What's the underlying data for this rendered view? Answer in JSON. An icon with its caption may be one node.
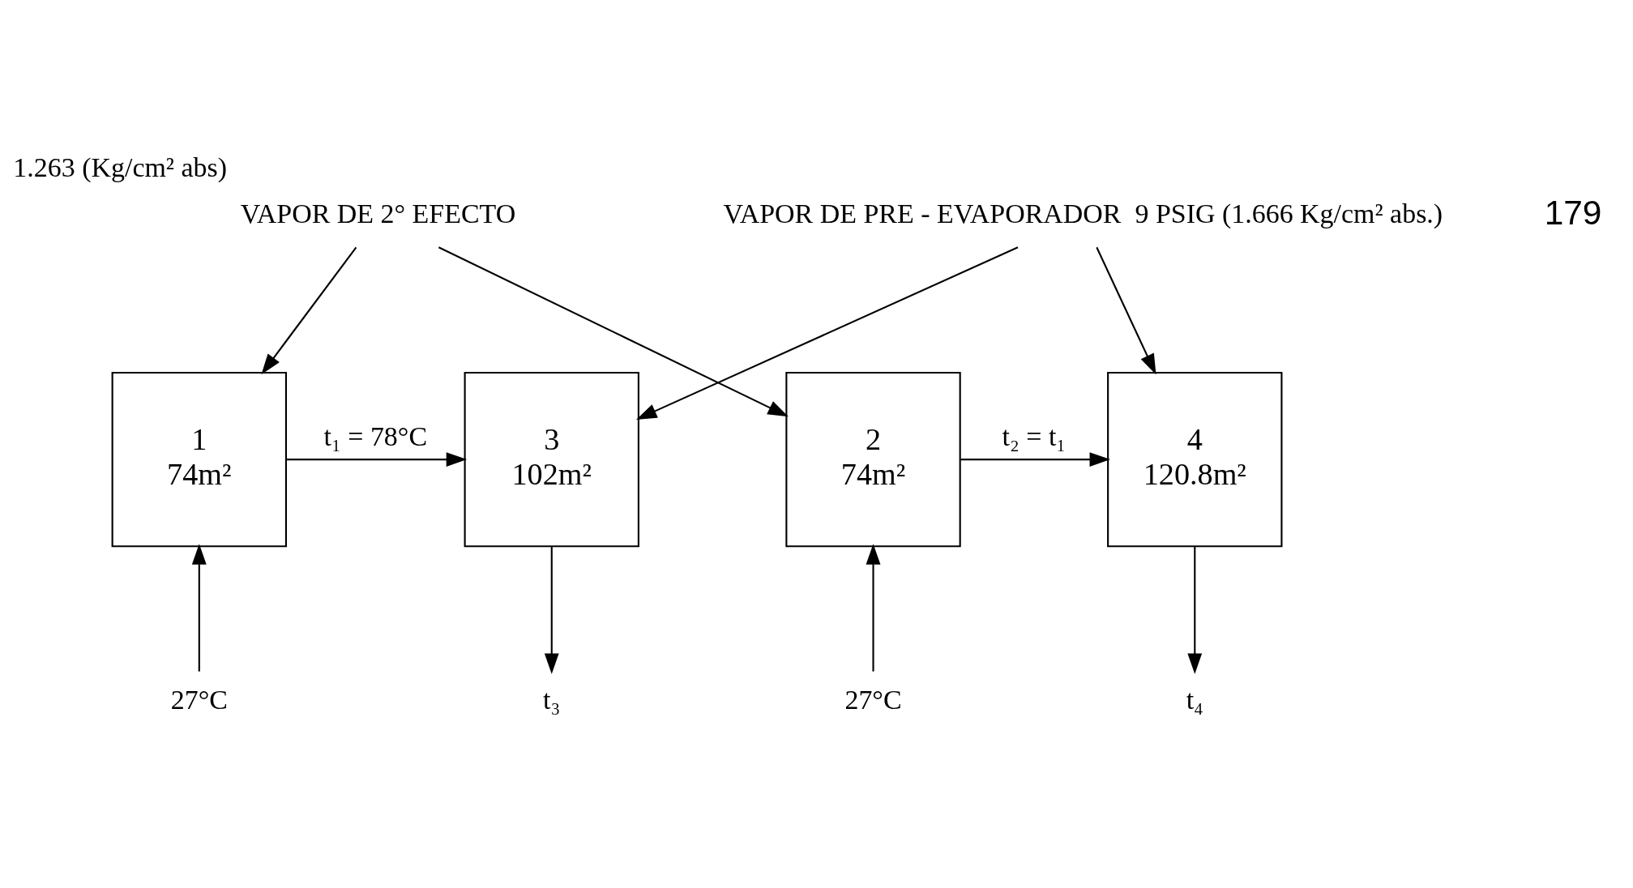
{
  "diagram": {
    "nodes": [
      {
        "text": [
          "VAPOR DE PRE - EVAPORADOR  9 PSIG (1.666 Kg/cm² abs.)"
        ]
      },
      {
        "text": [
          "VAPOR DE 2° EFECTO"
        ],
        "beside": [
          "1.263 (Kg/cm² abs)"
        ]
      },
      {
        "text": [
          "1",
          "74m²"
        ]
      },
      {
        "text": [
          "3",
          "102m²"
        ]
      },
      {
        "text": [
          "2",
          "74m²"
        ]
      },
      {
        "text": [
          "4",
          "120.8m²"
        ]
      },
      {
        "text": [
          "27°C"
        ]
      },
      {
        "text": [
          "t₃"
        ]
      },
      {
        "text": [
          "27°C"
        ]
      },
      {
        "text": [
          "t₄"
        ]
      }
    ],
    "edges": [
      {
        "from": 1,
        "to": 2,
        "arrow": "to"
      },
      {
        "from": 0,
        "to": 3,
        "arrow": "to"
      },
      {
        "from": 1,
        "to": 4,
        "arrow": "to"
      },
      {
        "from": 0,
        "to": 5,
        "arrow": "to"
      },
      {
        "from": 6,
        "to": 2,
        "arrow": "to"
      },
      {
        "from": 2,
        "to": 3,
        "arrow": "to",
        "label": "t₁ = 78°C"
      },
      {
        "from": 3,
        "to": 7,
        "arrow": "to"
      },
      {
        "from": 8,
        "to": 4,
        "arrow": "to"
      },
      {
        "from": 4,
        "to": 5,
        "arrow": "to",
        "label": "t₂ = t₁"
      },
      {
        "from": 5,
        "to": 9,
        "arrow": "to"
      }
    ],
    "labels": [
      "179"
    ]
  }
}
